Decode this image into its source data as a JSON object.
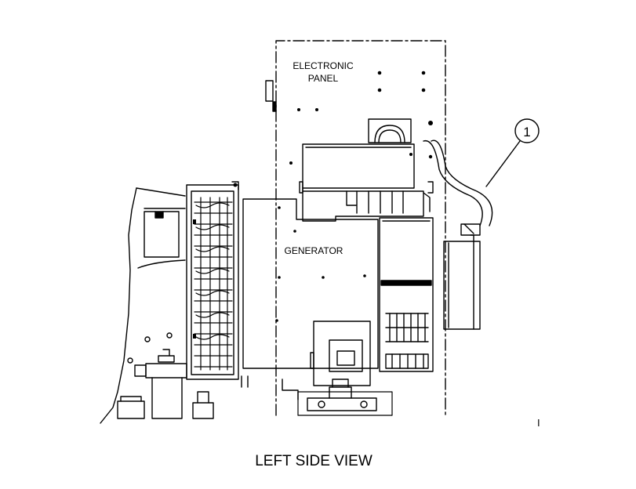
{
  "labels": {
    "electronic_panel_line1": "ELECTRONIC",
    "electronic_panel_line2": "PANEL",
    "generator": "GENERATOR",
    "callout_1": "1",
    "view_caption": "LEFT SIDE VIEW",
    "corner_mark": "I"
  },
  "colors": {
    "ink": "#000000",
    "paper": "#ffffff"
  }
}
